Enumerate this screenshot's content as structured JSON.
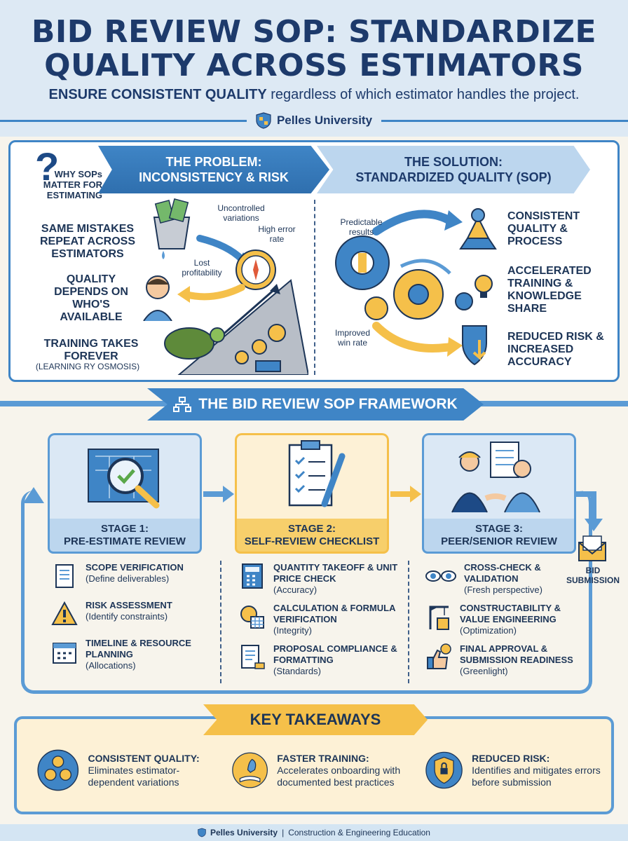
{
  "header": {
    "title_line1": "BID REVIEW SOP: STANDARDIZE",
    "title_line2": "QUALITY ACROSS ESTIMATORS",
    "subtitle_bold": "ENSURE CONSISTENT QUALITY",
    "subtitle_rest": " regardless of which estimator handles the project.",
    "brand": "Pelles University"
  },
  "why": {
    "mark": "?",
    "text": "WHY SOPs MATTER FOR ESTIMATING"
  },
  "problem": {
    "banner_line1": "THE PROBLEM:",
    "banner_line2": "INCONSISTENCY & RISK",
    "points": [
      "SAME MISTAKES REPEAT ACROSS ESTIMATORS",
      "QUALITY DEPENDS ON WHO'S AVAILABLE",
      "TRAINING TAKES FOREVER"
    ],
    "training_sub": "(LEARNING RY OSMOSIS)",
    "annotations": {
      "uncontrolled": "Uncontrolled variations",
      "high_error": "High error rate",
      "lost_profit": "Lost profitability"
    }
  },
  "solution": {
    "banner_line1": "THE SOLUTION:",
    "banner_line2": "STANDARDIZED QUALITY (SOP)",
    "points": [
      "CONSISTENT QUALITY & PROCESS",
      "ACCELERATED TRAINING & KNOWLEDGE SHARE",
      "REDUCED RISK & INCREASED ACCURACY"
    ],
    "annotations": {
      "predictable": "Predictable results",
      "improved": "Improved win rate"
    }
  },
  "framework": {
    "title": "THE BID REVIEW SOP FRAMEWORK",
    "bid_submission": "BID SUBMISSION",
    "stages": [
      {
        "label_line1": "STAGE 1:",
        "label_line2": "PRE-ESTIMATE REVIEW",
        "items": [
          {
            "title": "SCOPE VERIFICATION",
            "sub": "(Define deliverables)"
          },
          {
            "title": "RISK ASSESSMENT",
            "sub": "(Identify constraints)"
          },
          {
            "title": "TIMELINE & RESOURCE PLANNING",
            "sub": "(Allocations)"
          }
        ]
      },
      {
        "label_line1": "STAGE 2:",
        "label_line2": "SELF-REVIEW CHECKLIST",
        "items": [
          {
            "title": "QUANTITY TAKEOFF & UNIT PRICE CHECK",
            "sub": "(Accuracy)"
          },
          {
            "title": "CALCULATION & FORMULA VERIFICATION",
            "sub": "(Integrity)"
          },
          {
            "title": "PROPOSAL COMPLIANCE & FORMATTING",
            "sub": "(Standards)"
          }
        ]
      },
      {
        "label_line1": "STAGE 3:",
        "label_line2": "PEER/SENIOR REVIEW",
        "items": [
          {
            "title": "CROSS-CHECK & VALIDATION",
            "sub": "(Fresh perspective)"
          },
          {
            "title": "CONSTRUCTABILITY & VALUE ENGINEERING",
            "sub": "(Optimization)"
          },
          {
            "title": "FINAL APPROVAL & SUBMISSION READINESS",
            "sub": "(Greenlight)"
          }
        ]
      }
    ]
  },
  "takeaways": {
    "title": "KEY TAKEAWAYS",
    "items": [
      {
        "title": "CONSISTENT QUALITY:",
        "text": "Eliminates estimator-dependent variations"
      },
      {
        "title": "FASTER TRAINING:",
        "text": "Accelerates onboarding with documented best practices"
      },
      {
        "title": "REDUCED RISK:",
        "text": "Identifies and mitigates errors before submission"
      }
    ]
  },
  "footer": {
    "brand": "Pelles University",
    "sep": " | ",
    "text": "Construction & Engineering Education"
  }
}
